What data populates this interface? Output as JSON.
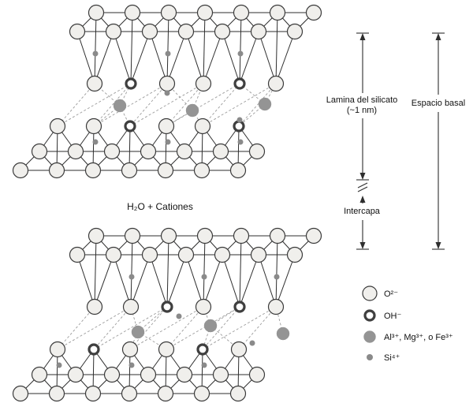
{
  "labels": {
    "interlayer": "H₂O + Cationes",
    "lamina_1": "Lamina del silicato",
    "lamina_2": "(~1 nm)",
    "intercapa": "Intercapa",
    "espacio": "Espacio basal"
  },
  "legend": {
    "items": [
      {
        "symbol": "oxygen-circle",
        "label": "O²⁻"
      },
      {
        "symbol": "hydroxyl-ring",
        "label": "OH⁻"
      },
      {
        "symbol": "cation-filled-circle",
        "label": "Al³⁺, Mg³⁺, o Fe³⁺"
      },
      {
        "symbol": "silicon-dot",
        "label": "Si⁴⁺"
      }
    ]
  },
  "colors": {
    "background": "#ffffff",
    "atom_fill": "#f0efec",
    "atom_stroke": "#3a3a3a",
    "hydroxyl_stroke": "#3f3f3f",
    "cation_fill": "#949494",
    "silicon_fill": "#8a8a8a",
    "bond_color": "#2e2e2e",
    "dash_color": "#9c9c9c"
  }
}
